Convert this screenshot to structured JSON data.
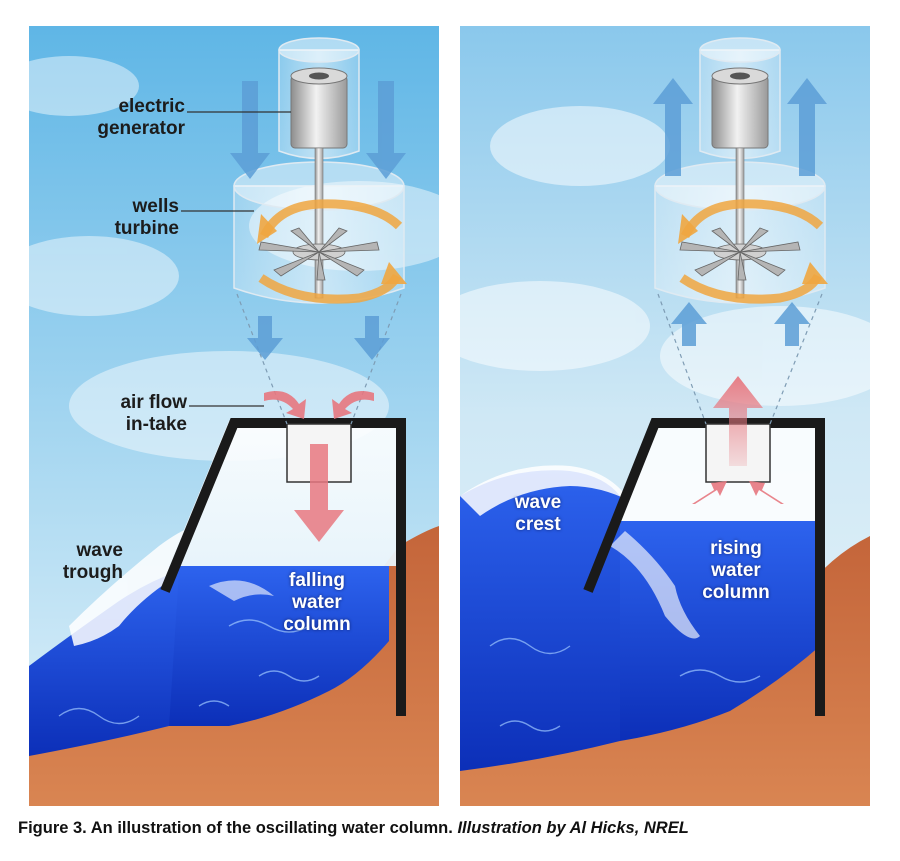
{
  "colors": {
    "sky_top": "#5fb6e6",
    "sky_bottom": "#d8eef8",
    "water": "#1746d8",
    "ground": "#c9643a",
    "arrow_blue": "#5c9ed6",
    "arrow_red": "#e77880",
    "rotation_arrow": "#f0a640",
    "wall": "#1a1a1a"
  },
  "left_panel": {
    "labels": {
      "generator": [
        "electric",
        "generator"
      ],
      "turbine": [
        "wells",
        "turbine"
      ],
      "intake": [
        "air flow",
        "in-take"
      ],
      "wave": [
        "wave",
        "trough"
      ],
      "column": [
        "falling",
        "water",
        "column"
      ]
    },
    "air_direction": "down"
  },
  "right_panel": {
    "labels": {
      "wave": [
        "wave",
        "crest"
      ],
      "column": [
        "rising",
        "water",
        "column"
      ]
    },
    "air_direction": "up"
  },
  "caption": {
    "main": "Figure 3. An illustration of the oscillating water column.",
    "credit": "Illustration by Al Hicks, NREL"
  }
}
